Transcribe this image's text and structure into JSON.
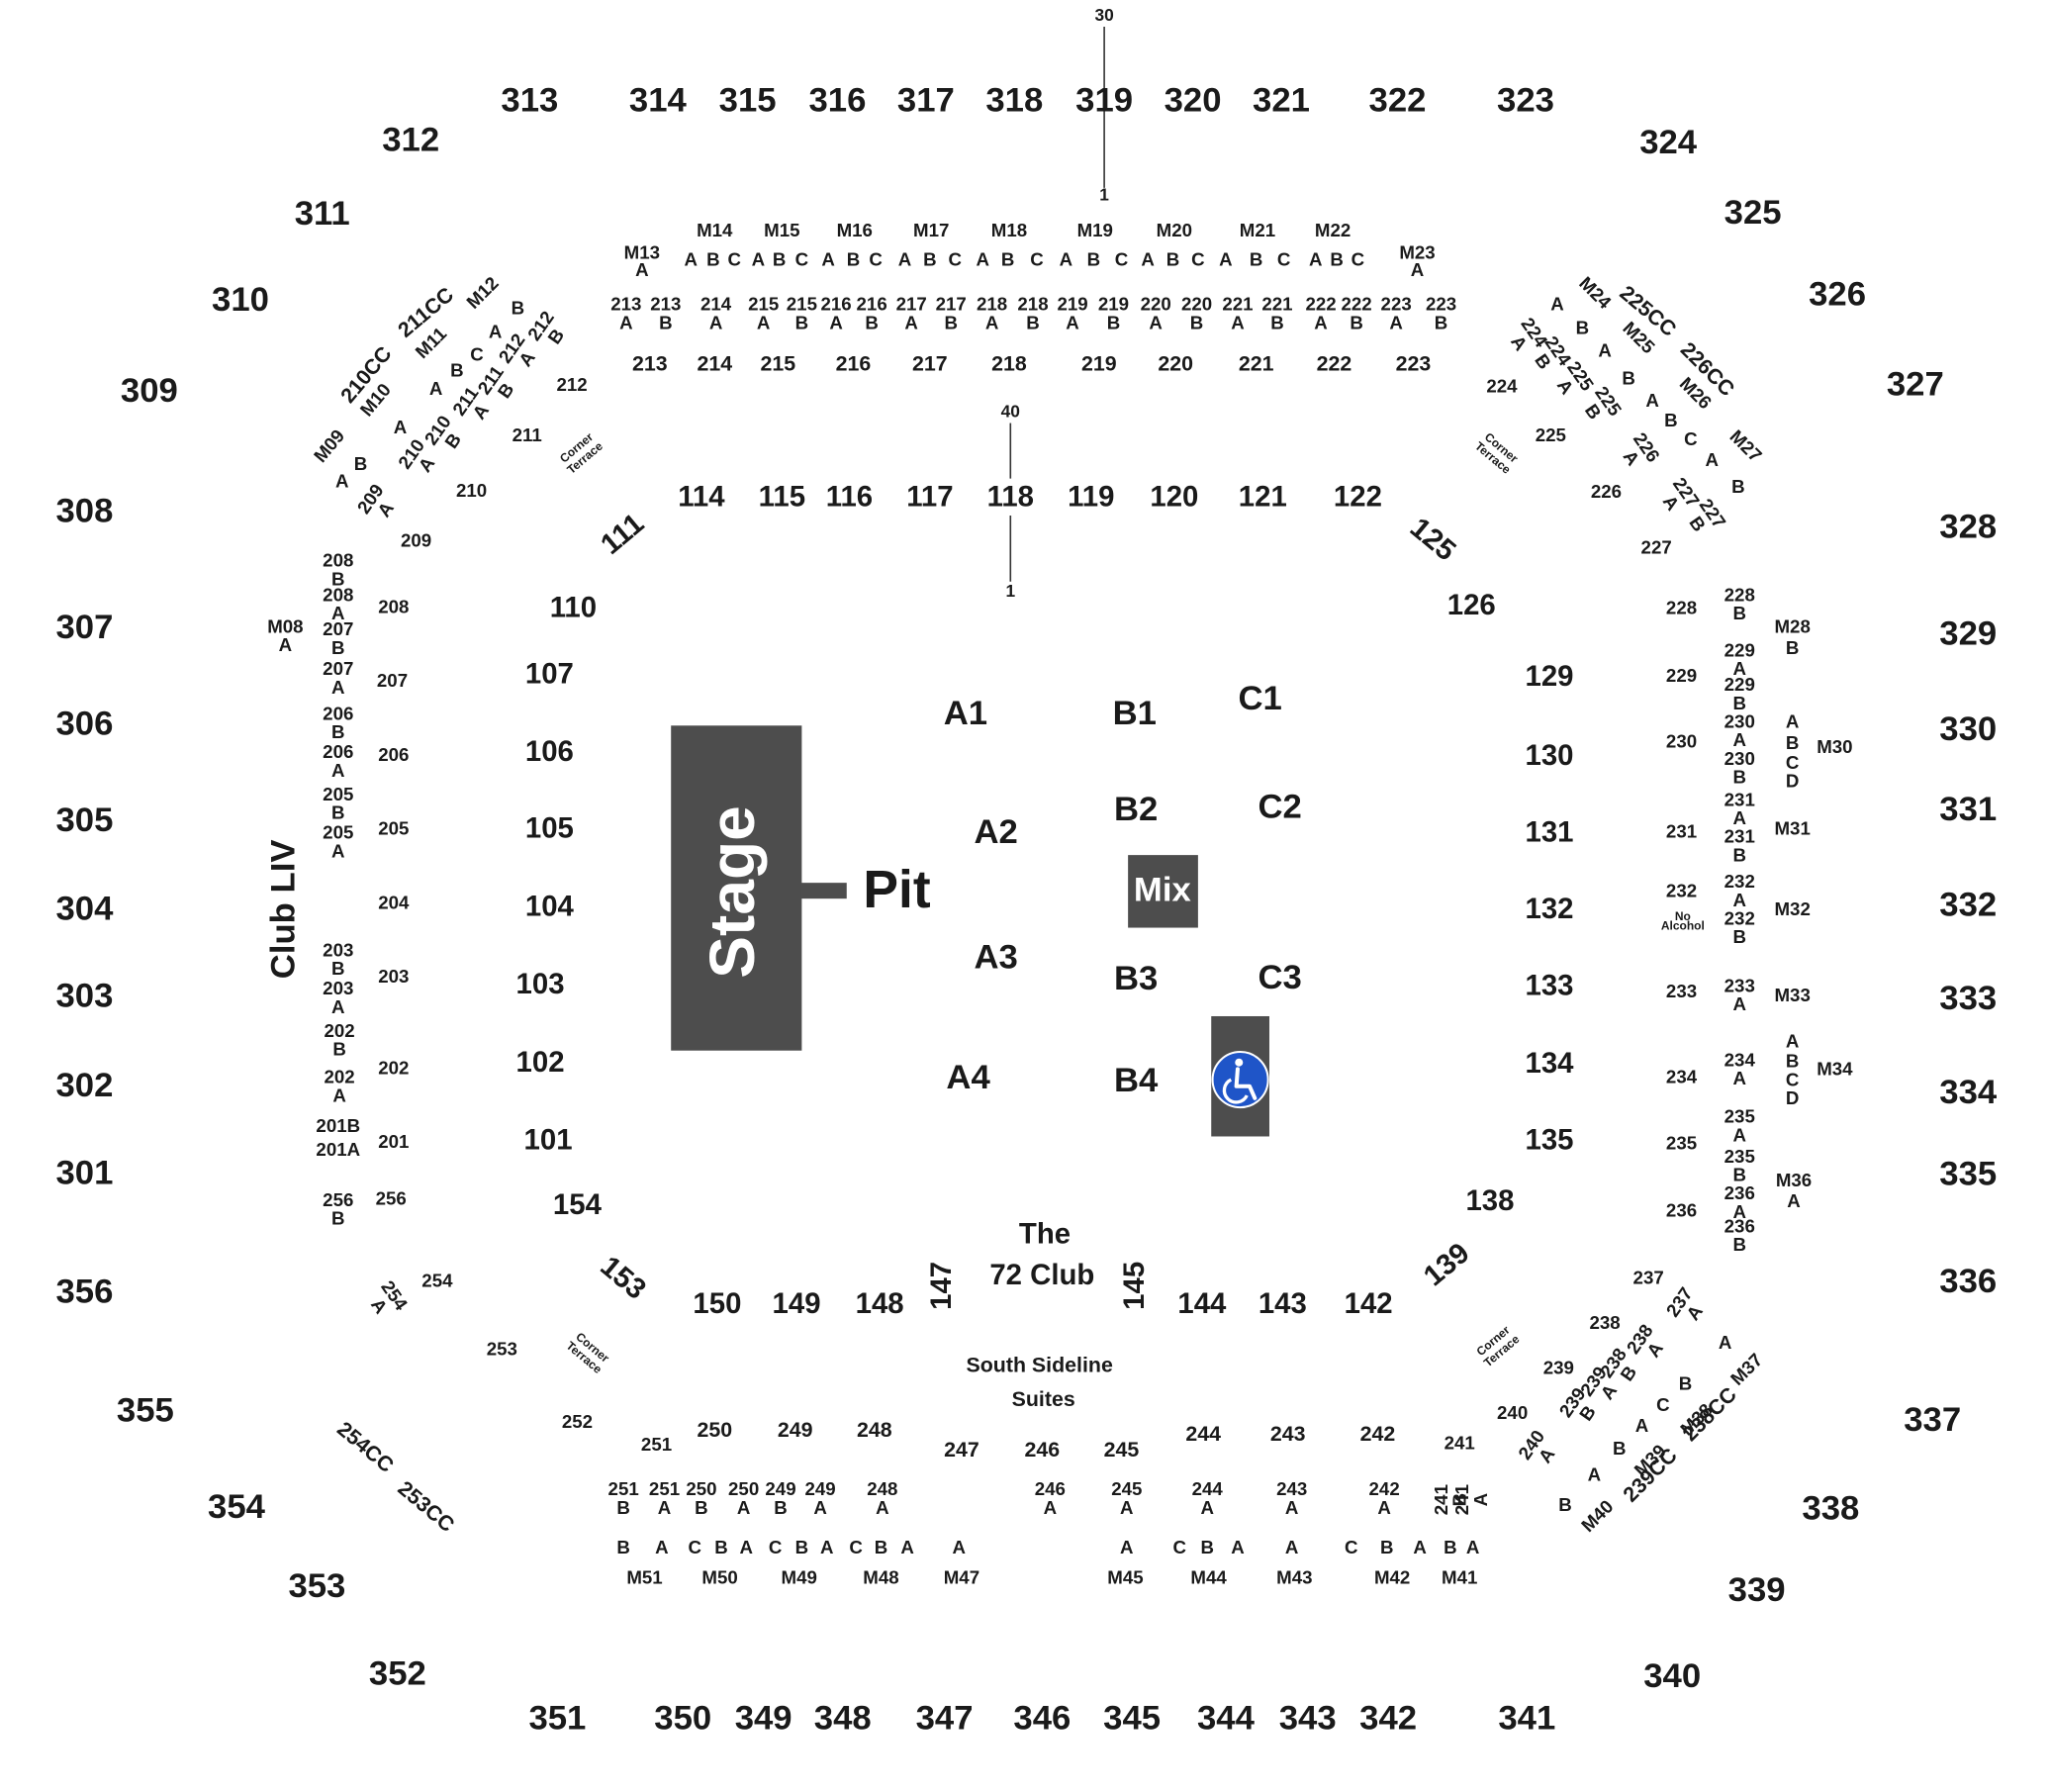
{
  "stage": {
    "label": "Stage"
  },
  "pit": {
    "label": "Pit"
  },
  "mix": {
    "label": "Mix"
  },
  "wheelchair": {
    "icon": "wheelchair-icon",
    "color": "#1f55c8"
  },
  "colors": {
    "block": "#4d4d4d",
    "text": "#1a1a1a",
    "background": "#ffffff"
  },
  "floor_sections": [
    "A1",
    "A2",
    "A3",
    "A4",
    "B1",
    "B2",
    "B3",
    "B4",
    "C1",
    "C2",
    "C3"
  ],
  "level_300": [
    "301",
    "302",
    "303",
    "304",
    "305",
    "306",
    "307",
    "308",
    "309",
    "310",
    "311",
    "312",
    "313",
    "314",
    "315",
    "316",
    "317",
    "318",
    "319",
    "320",
    "321",
    "322",
    "323",
    "324",
    "325",
    "326",
    "327",
    "328",
    "329",
    "330",
    "331",
    "332",
    "333",
    "334",
    "335",
    "336",
    "337",
    "338",
    "339",
    "340",
    "341",
    "342",
    "343",
    "344",
    "345",
    "346",
    "347",
    "348",
    "349",
    "350",
    "351",
    "352",
    "353",
    "354",
    "355",
    "356"
  ],
  "level_200": [
    "201",
    "202",
    "203",
    "204",
    "205",
    "206",
    "207",
    "208",
    "209",
    "210",
    "211",
    "212",
    "213",
    "214",
    "215",
    "216",
    "217",
    "218",
    "219",
    "220",
    "221",
    "222",
    "223",
    "224",
    "225",
    "226",
    "227",
    "228",
    "229",
    "230",
    "231",
    "232",
    "233",
    "234",
    "235",
    "236",
    "237",
    "238",
    "239",
    "240",
    "241",
    "242",
    "243",
    "244",
    "245",
    "246",
    "247",
    "248",
    "249",
    "250",
    "251",
    "252",
    "253",
    "254",
    "256"
  ],
  "level_100": [
    "101",
    "102",
    "103",
    "104",
    "105",
    "106",
    "107",
    "110",
    "111",
    "114",
    "115",
    "116",
    "117",
    "118",
    "119",
    "120",
    "121",
    "122",
    "125",
    "126",
    "129",
    "130",
    "131",
    "132",
    "133",
    "134",
    "135",
    "138",
    "139",
    "142",
    "143",
    "144",
    "145",
    "147",
    "148",
    "149",
    "150",
    "153",
    "154"
  ],
  "club_liv": "Club LIV",
  "club_72": {
    "line1": "The",
    "line2": "72 Club"
  },
  "south_suites": {
    "line1": "South Sideline",
    "line2": "Suites"
  },
  "corner_terrace": {
    "line1": "Corner",
    "line2": "Terrace"
  },
  "no_alcohol": {
    "line1": "No",
    "line2": "Alcohol"
  },
  "labels_cc": [
    "210CC",
    "211CC",
    "225CC",
    "226CC",
    "238CC",
    "239CC",
    "253CC",
    "254CC"
  ],
  "loge_boxes": [
    "M08",
    "M09",
    "M10",
    "M11",
    "M12",
    "M13",
    "M14",
    "M15",
    "M16",
    "M17",
    "M18",
    "M19",
    "M20",
    "M21",
    "M22",
    "M23",
    "M24",
    "M25",
    "M26",
    "M27",
    "M28",
    "M30",
    "M31",
    "M32",
    "M33",
    "M34",
    "M36",
    "M37",
    "M38",
    "M39",
    "M40",
    "M41",
    "M42",
    "M43",
    "M44",
    "M45",
    "M47",
    "M48",
    "M49",
    "M50",
    "M51"
  ],
  "sub_sections": [
    "201A",
    "201B",
    "202A",
    "202B",
    "203A",
    "203B",
    "205A",
    "205B",
    "206A",
    "206B",
    "207A",
    "207B",
    "208A",
    "208B",
    "209A",
    "210A",
    "210B",
    "211A",
    "211B",
    "212A",
    "212B",
    "213A",
    "213B",
    "214A",
    "215A",
    "215B",
    "216A",
    "216B",
    "217A",
    "217B",
    "218A",
    "218B",
    "219A",
    "219B",
    "220A",
    "220B",
    "221A",
    "221B",
    "222A",
    "222B",
    "223A",
    "223B",
    "224A",
    "224B",
    "225A",
    "225B",
    "226A",
    "227A",
    "227B",
    "228B",
    "229A",
    "229B",
    "230A",
    "230B",
    "231A",
    "231B",
    "232A",
    "232B",
    "233A",
    "234A",
    "235A",
    "235B",
    "236A",
    "236B",
    "237A",
    "238A",
    "238B",
    "239A",
    "239B",
    "240A",
    "241A",
    "241B",
    "242A",
    "243A",
    "244A",
    "245A",
    "246A",
    "248A",
    "249A",
    "249B",
    "250A",
    "250B",
    "251A",
    "251B",
    "254A",
    "256B"
  ],
  "seat_letters": [
    "A",
    "B",
    "C",
    "D"
  ],
  "row_markers": [
    "30",
    "1",
    "40",
    "1"
  ]
}
